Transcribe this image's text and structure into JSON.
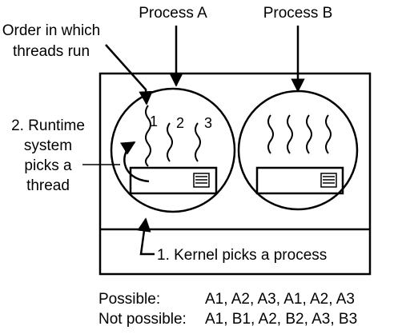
{
  "labels": {
    "process_a": "Process A",
    "process_b": "Process B",
    "order_line1": "Order in which",
    "order_line2": "threads run",
    "runtime_line1": "2. Runtime",
    "runtime_line2": "system",
    "runtime_line3": "picks a",
    "runtime_line4": "thread",
    "kernel": "1. Kernel picks a process",
    "thread_1": "1",
    "thread_2": "2",
    "thread_3": "3"
  },
  "footer": {
    "possible_label": "Possible:",
    "possible_value": "A1, A2, A3, A1, A2, A3",
    "not_possible_label": "Not possible:",
    "not_possible_value": "A1, B1, A2, B2, A3, B3"
  }
}
